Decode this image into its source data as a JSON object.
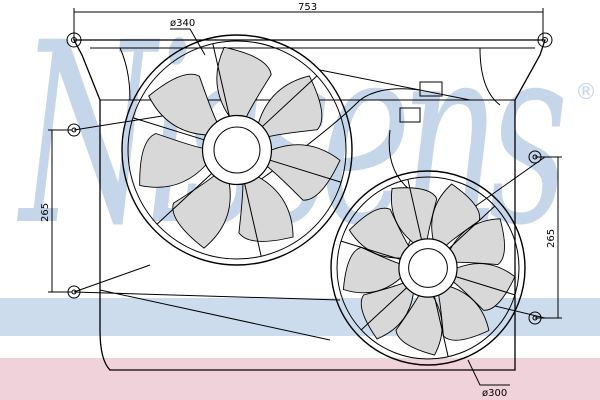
{
  "watermark": {
    "brand": "Nissens",
    "registered": "®"
  },
  "dimensions": {
    "overall_width": "753",
    "fan_large_diameter": "ø340",
    "fan_small_diameter": "ø300",
    "left_height": "265",
    "right_height": "265"
  },
  "colors": {
    "line": "#000000",
    "watermark": "#c6d6ea",
    "band_blue": "#cddcec",
    "band_pink": "#f0d3da"
  }
}
